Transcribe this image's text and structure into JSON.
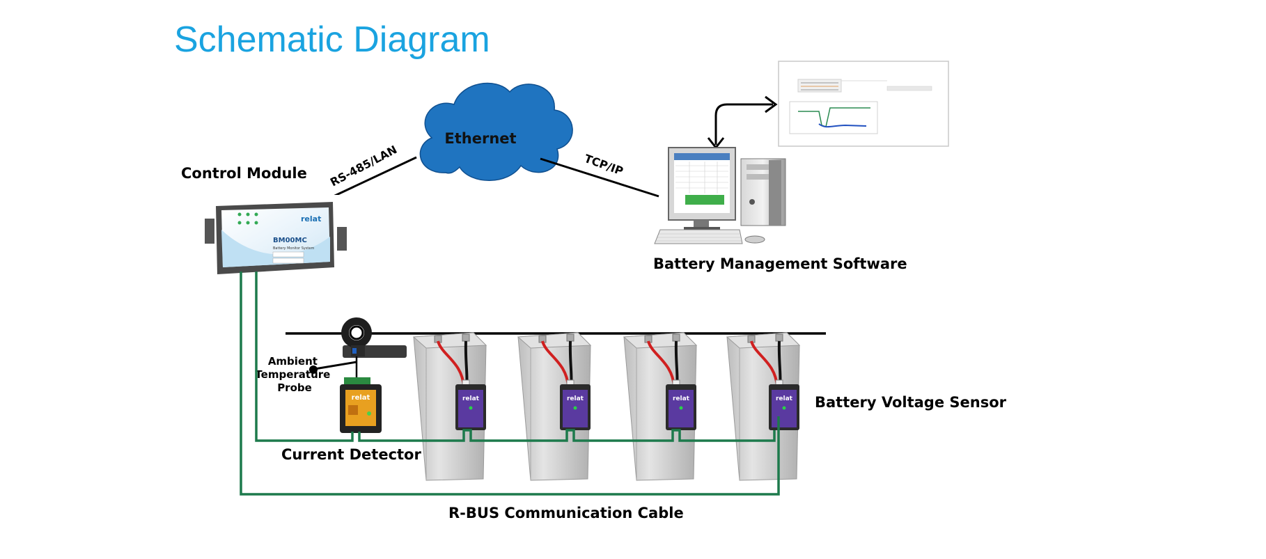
{
  "title": "Schematic Diagram",
  "nodes": {
    "control_module": {
      "label": "Control Module",
      "brand": "relat",
      "model": "BM00MC",
      "subtitle": "Battery Monitor System"
    },
    "ethernet": {
      "label": "Ethernet"
    },
    "software": {
      "label": "Battery Management Software"
    },
    "current_detector": {
      "label": "Current Detector",
      "brand": "relat"
    },
    "temp_probe": {
      "lines": [
        "Ambient",
        "Temperature",
        "Probe"
      ]
    },
    "voltage_sensor": {
      "label": "Battery Voltage Sensor",
      "brand": "relat"
    }
  },
  "links": {
    "rs485": "RS-485/LAN",
    "tcpip": "TCP/IP",
    "rbus": "R-BUS Communication Cable"
  },
  "colors": {
    "title": "#1aa3e0",
    "cloud": "#1f74c0",
    "bus": "#1d7a4c",
    "wire_red": "#d02020",
    "sensor": "#5a3aa0",
    "detector": "#e8a020",
    "battery": "#c9c9c9"
  },
  "battery_count": 4
}
